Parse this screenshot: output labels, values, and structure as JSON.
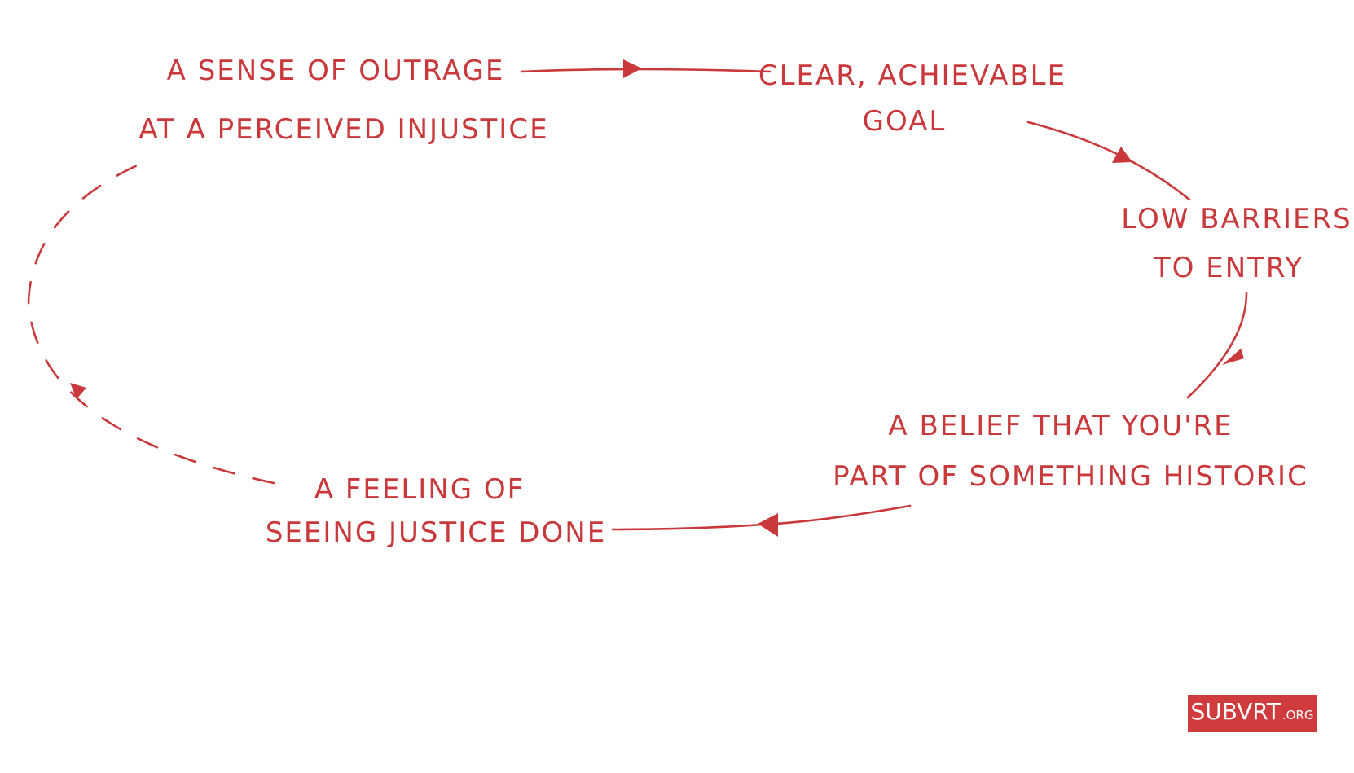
{
  "nodes": {
    "outrage": {
      "line1": "A SENSE OF OUTRAGE",
      "line2": "AT A PERCEIVED INJUSTICE"
    },
    "goal": {
      "line1": "CLEAR, ACHIEVABLE",
      "line2": "GOAL"
    },
    "barriers": {
      "line1": "LOW BARRIERS",
      "line2": "TO ENTRY"
    },
    "historic": {
      "line1": "A BELIEF THAT YOU'RE",
      "line2": "PART OF SOMETHING HISTORIC"
    },
    "justice": {
      "line1": "A FEELING OF",
      "line2": "SEEING JUSTICE DONE"
    }
  },
  "edges": [
    {
      "from": "outrage",
      "to": "goal",
      "style": "solid"
    },
    {
      "from": "goal",
      "to": "barriers",
      "style": "solid"
    },
    {
      "from": "barriers",
      "to": "historic",
      "style": "solid"
    },
    {
      "from": "historic",
      "to": "justice",
      "style": "solid"
    },
    {
      "from": "justice",
      "to": "outrage",
      "style": "dashed"
    }
  ],
  "logo": {
    "main": "SUBVRT",
    "tld": ".ORG"
  },
  "colors": {
    "ink": "#c9393b",
    "logo_background": "#d03b3d"
  }
}
